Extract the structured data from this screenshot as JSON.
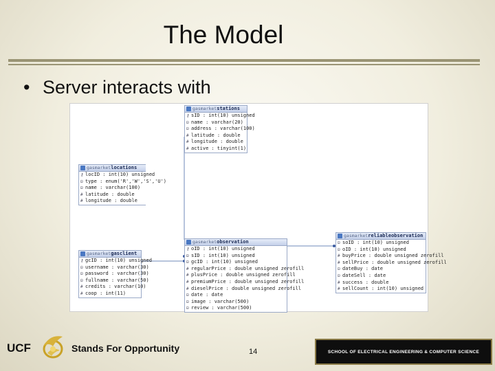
{
  "slide": {
    "title": "The Model",
    "bullet": "Server interacts with",
    "page_number": "14"
  },
  "footer": {
    "logo_text": "UCF",
    "tagline": "Stands For Opportunity",
    "school_banner": "SCHOOL OF ELECTRICAL ENGINEERING & COMPUTER SCIENCE"
  },
  "diagram": {
    "tables": [
      {
        "schema": "gasmarket",
        "name": "stations",
        "rows": [
          {
            "key": "⚷",
            "text": "sID : int(10) unsigned"
          },
          {
            "key": "⊟",
            "text": "name : varchar(20)"
          },
          {
            "key": "⊟",
            "text": "address : varchar(100)"
          },
          {
            "key": "#",
            "text": "latitude : double"
          },
          {
            "key": "#",
            "text": "longitude : double"
          },
          {
            "key": "#",
            "text": "active : tinyint(1)"
          }
        ]
      },
      {
        "schema": "gasmarket",
        "name": "locations",
        "rows": [
          {
            "key": "⚷",
            "text": "locID : int(10) unsigned"
          },
          {
            "key": "⊟",
            "text": "type : enum('R','W','S','U')"
          },
          {
            "key": "⊟",
            "text": "name : varchar(100)"
          },
          {
            "key": "#",
            "text": "latitude : double"
          },
          {
            "key": "#",
            "text": "longitude : double"
          }
        ]
      },
      {
        "schema": "gasmarket",
        "name": "gasclient",
        "rows": [
          {
            "key": "⚷",
            "text": "gcID : int(10) unsigned"
          },
          {
            "key": "⊟",
            "text": "username : varchar(30)"
          },
          {
            "key": "⊟",
            "text": "password : varchar(30)"
          },
          {
            "key": "⊟",
            "text": "fullname : varchar(50)"
          },
          {
            "key": "#",
            "text": "credits : varchar(10)"
          },
          {
            "key": "#",
            "text": "coop : int(11)"
          }
        ]
      },
      {
        "schema": "gasmarket",
        "name": "observation",
        "rows": [
          {
            "key": "⚷",
            "text": "oID : int(10) unsigned"
          },
          {
            "key": "⊟",
            "text": "sID : int(10) unsigned"
          },
          {
            "key": "⊟",
            "text": "gcID : int(10) unsigned"
          },
          {
            "key": "#",
            "text": "regularPrice : double unsigned zerofill"
          },
          {
            "key": "#",
            "text": "plusPrice : double unsigned zerofill"
          },
          {
            "key": "#",
            "text": "premiumPrice : double unsigned zerofill"
          },
          {
            "key": "#",
            "text": "dieselPrice : double unsigned zerofill"
          },
          {
            "key": "⊟",
            "text": "date : date"
          },
          {
            "key": "⊟",
            "text": "image : varchar(500)"
          },
          {
            "key": "⊟",
            "text": "review : varchar(500)"
          }
        ]
      },
      {
        "schema": "gasmarket",
        "name": "reliableobservation",
        "rows": [
          {
            "key": "⊟",
            "text": "soID : int(10) unsigned"
          },
          {
            "key": "⊟",
            "text": "oID : int(10) unsigned"
          },
          {
            "key": "#",
            "text": "buyPrice : double unsigned zerofill"
          },
          {
            "key": "#",
            "text": "sellPrice : double unsigned zerofill"
          },
          {
            "key": "⊟",
            "text": "dateBuy : date"
          },
          {
            "key": "⊟",
            "text": "dateSell : date"
          },
          {
            "key": "#",
            "text": "success : double"
          },
          {
            "key": "#",
            "text": "sellCount : int(10) unsigned"
          }
        ]
      }
    ]
  }
}
